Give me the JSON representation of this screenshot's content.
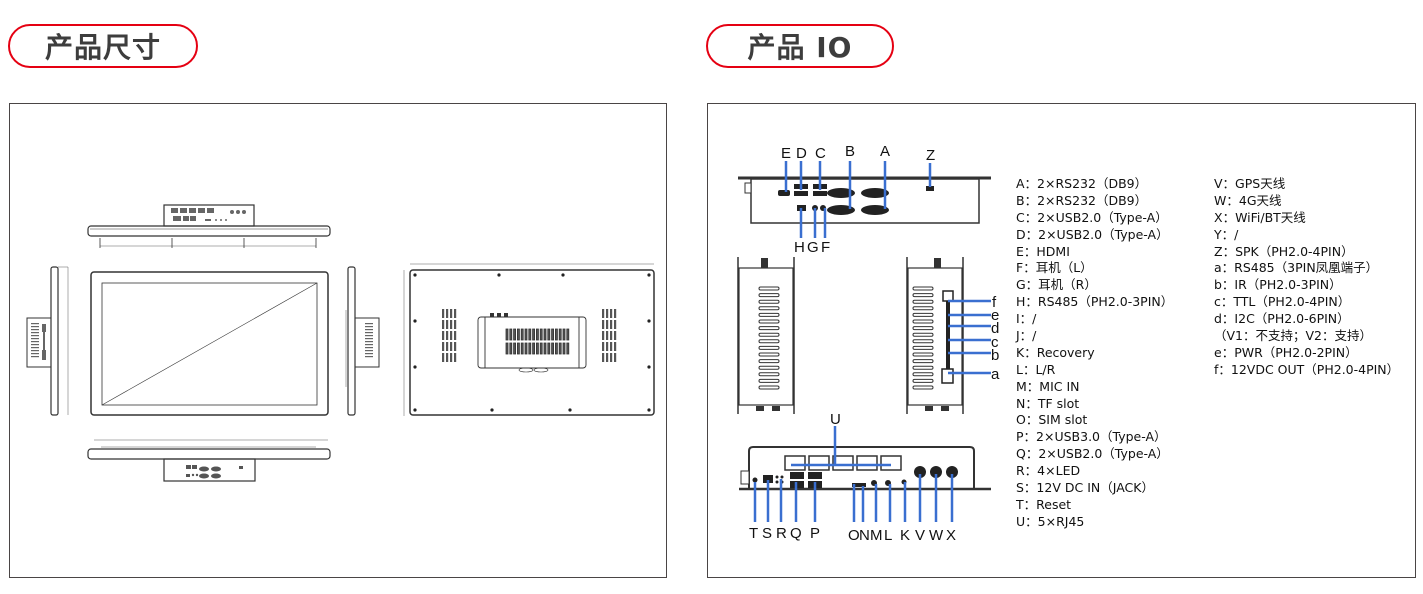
{
  "sections": {
    "dimensions": {
      "title": "产品尺寸"
    },
    "io": {
      "title": "产品 IO"
    }
  },
  "io_diagram": {
    "rear_top_labels": [
      "E",
      "D",
      "C",
      "B",
      "A",
      "Z"
    ],
    "rear_bottom_labels": [
      "H",
      "G",
      "F"
    ],
    "side_labels": [
      "f",
      "e",
      "d",
      "c",
      "b",
      "a"
    ],
    "front_top_label": "U",
    "front_bottom_labels": [
      "T",
      "S",
      "R",
      "Q",
      "P",
      "O",
      "N",
      "M",
      "L",
      "K",
      "V",
      "W",
      "X"
    ]
  },
  "legend": {
    "col1": [
      "A：2×RS232（DB9）",
      "B：2×RS232（DB9）",
      "C：2×USB2.0（Type-A）",
      "D：2×USB2.0（Type-A）",
      "E：HDMI",
      "F：耳机（L）",
      "G：耳机（R）",
      "H：RS485（PH2.0-3PIN）",
      "I：/",
      "J：/",
      "K：Recovery",
      "L：L/R",
      "M：MIC IN",
      "N：TF slot",
      "O：SIM slot",
      "P：2×USB3.0（Type-A）",
      "Q：2×USB2.0（Type-A）",
      "R：4×LED",
      "S：12V DC IN（JACK）",
      "T：Reset",
      "U：5×RJ45"
    ],
    "col2": [
      "V：GPS天线",
      "W：4G天线",
      "X：WiFi/BT天线",
      "Y：/",
      "Z：SPK（PH2.0-4PIN）",
      "a：RS485（3PIN凤凰端子）",
      "b：IR（PH2.0-3PIN）",
      "c：TTL（PH2.0-4PIN）",
      "d：I2C（PH2.0-6PIN）",
      "（V1：不支持；V2：支持）",
      "e：PWR（PH2.0-2PIN）",
      "f：12VDC OUT（PH2.0-4PIN）"
    ]
  },
  "colors": {
    "accent_red": "#e50012",
    "callout_blue": "#3a6fd0",
    "title_gray": "#3d3d3d"
  }
}
